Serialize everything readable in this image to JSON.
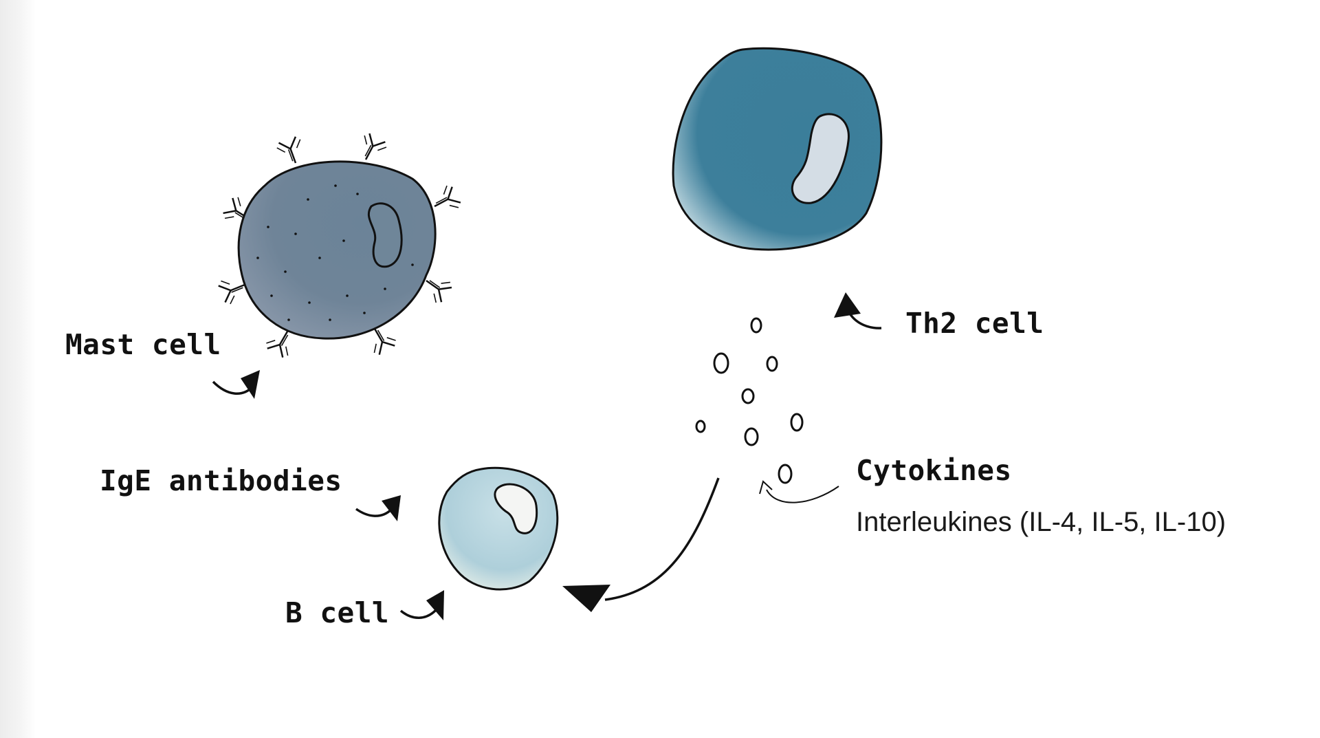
{
  "labels": {
    "mast_cell": "Mast cell",
    "th2_cell": "Th2 cell",
    "ige_antibodies": "IgE antibodies",
    "cytokines": "Cytokines",
    "interleukines": "Interleukines (IL-4, IL-5, IL-10)",
    "b_cell": "B cell"
  },
  "colors": {
    "mast_cell_fill": "#6e8499",
    "th2_cell_fill": "#3c7f9b",
    "b_cell_fill": "#b6d5df",
    "nucleus_fill": "#d4dde5",
    "outline": "#111111"
  }
}
